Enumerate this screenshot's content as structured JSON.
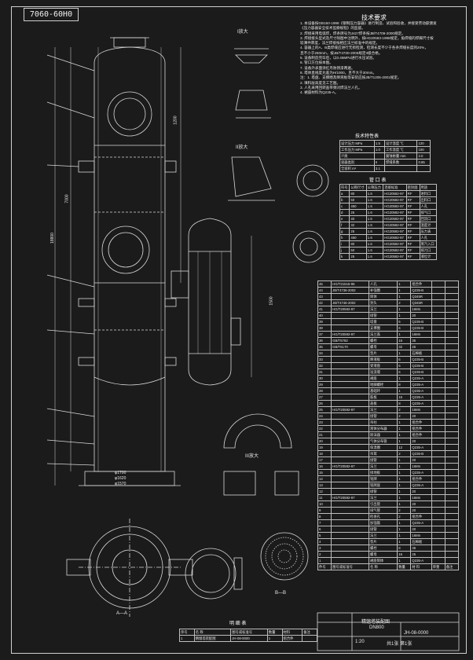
{
  "drawing": {
    "stamp": "7060-60H0",
    "tech_title": "技术要求",
    "tech_requirements": [
      "1. 本设备按GB150-1998《钢制压力容器》进行制造、试验和验收，并接受劳动部颁发",
      "   《压力容器安全技术监察规程》的监督。",
      "2. 焊接采用电弧焊，焊条牌号为J427焊条按JB/T4709-2000规定。",
      "3. 焊接接头型式及尺寸除图中注明外，按HG20583-1998规定，角焊缝的焊脚尺寸按",
      "   较薄件厚度，法兰焊接按相应法兰标准中的规定。",
      "4. 容器上的A、B类焊缝应进行无损检测，检测长度不少于各条焊缝长度的20%，",
      "   且不小于250mm，按JB/T4730-2005规定II级合格。",
      "5. 设备制造完毕后，以0.45MPa进行水压试验。",
      "6. 管口方位按本图。",
      "7. 设备外表面涂红丹防锈漆两遍。",
      "8. 塔体直线度允差为H/1000，且不大于30mm。",
      "注：1. 塔盘、支撑圈及降液板等安装应按JB/T1205-2001规定。",
      "    2. 填料层高度见工艺图。",
      "    3. 人孔采用回转盖带颈对焊法兰人孔。",
      "    4. 裙座材料为Q235-A。"
    ],
    "design_data_title": "技术特性表",
    "design_data": [
      [
        "设计压力 MPa",
        "1.5",
        "设计温度 ℃",
        "120"
      ],
      [
        "工作压力 MPa",
        "1.0",
        "工作温度 ℃",
        "100"
      ],
      [
        "介质",
        "",
        "腐蚀裕量 mm",
        "2.0"
      ],
      [
        "容器类别",
        "II",
        "焊缝系数",
        "0.85"
      ],
      [
        "全容积 m³",
        "3.1",
        "",
        ""
      ]
    ],
    "nozzle_title": "管 口 表",
    "nozzle_header": [
      "符号",
      "公称尺寸",
      "公称压力",
      "连接标准",
      "密封面",
      "用途"
    ],
    "nozzles": [
      [
        "a",
        "80",
        "1.6",
        "HG20592-97",
        "RF",
        "进料口"
      ],
      [
        "b",
        "50",
        "1.6",
        "HG20592-97",
        "RF",
        "出料口"
      ],
      [
        "c",
        "450",
        "1.6",
        "HG20592-97",
        "RF",
        "人孔"
      ],
      [
        "d",
        "25",
        "1.6",
        "HG20592-97",
        "RF",
        "排气口"
      ],
      [
        "e",
        "40",
        "1.6",
        "HG20592-97",
        "RF",
        "回流口"
      ],
      [
        "f",
        "32",
        "1.6",
        "HG20592-97",
        "RF",
        "温度计"
      ],
      [
        "g",
        "25",
        "1.6",
        "HG20592-97",
        "RF",
        "压力表"
      ],
      [
        "h",
        "450",
        "1.6",
        "HG20592-97",
        "RF",
        "人孔"
      ],
      [
        "i",
        "80",
        "1.6",
        "HG20592-97",
        "RF",
        "蒸汽入口"
      ],
      [
        "j",
        "50",
        "1.6",
        "HG20592-97",
        "RF",
        "排污口"
      ],
      [
        "k",
        "25",
        "1.6",
        "HG20592-97",
        "RF",
        "液位计"
      ]
    ],
    "parts_rows": [
      [
        "45",
        "HG/T21515-95",
        "人孔",
        "1",
        "组合件",
        "",
        ""
      ],
      [
        "44",
        "JB/T4736-2002",
        "补强圈",
        "1",
        "Q235-B",
        "",
        ""
      ],
      [
        "43",
        "",
        "筒体",
        "1",
        "Q345R",
        "",
        ""
      ],
      [
        "42",
        "JB/T4746-2002",
        "封头",
        "2",
        "Q345R",
        "",
        ""
      ],
      [
        "41",
        "HG/T20592-97",
        "法兰",
        "1",
        "16Mn",
        "",
        ""
      ],
      [
        "40",
        "",
        "接管",
        "1",
        "20",
        "",
        ""
      ],
      [
        "39",
        "",
        "塔盘",
        "6",
        "Q235-B",
        "",
        ""
      ],
      [
        "38",
        "",
        "支撑圈",
        "6",
        "Q235-B",
        "",
        ""
      ],
      [
        "37",
        "HG/T20592-97",
        "法兰盖",
        "1",
        "16Mn",
        "",
        ""
      ],
      [
        "36",
        "GB/T5782",
        "螺栓",
        "16",
        "35",
        "",
        ""
      ],
      [
        "35",
        "GB/T6170",
        "螺母",
        "32",
        "25",
        "",
        ""
      ],
      [
        "34",
        "",
        "垫片",
        "1",
        "石棉板",
        "",
        ""
      ],
      [
        "33",
        "",
        "降液板",
        "6",
        "Q235-B",
        "",
        ""
      ],
      [
        "32",
        "",
        "受液盘",
        "6",
        "Q235-B",
        "",
        ""
      ],
      [
        "31",
        "",
        "溢流堰",
        "6",
        "Q235-B",
        "",
        ""
      ],
      [
        "30",
        "",
        "裙座",
        "1",
        "Q235-A",
        "",
        ""
      ],
      [
        "29",
        "",
        "地脚螺栓",
        "8",
        "Q235-A",
        "",
        ""
      ],
      [
        "28",
        "",
        "基础环",
        "1",
        "Q235-A",
        "",
        ""
      ],
      [
        "27",
        "",
        "筋板",
        "16",
        "Q235-A",
        "",
        ""
      ],
      [
        "26",
        "",
        "盖板",
        "8",
        "Q235-A",
        "",
        ""
      ],
      [
        "25",
        "HG/T20592-97",
        "法兰",
        "2",
        "16Mn",
        "",
        ""
      ],
      [
        "24",
        "",
        "接管",
        "2",
        "20",
        "",
        ""
      ],
      [
        "23",
        "",
        "吊柱",
        "1",
        "组合件",
        "",
        ""
      ],
      [
        "22",
        "",
        "液体分布器",
        "1",
        "组合件",
        "",
        ""
      ],
      [
        "21",
        "",
        "除沫器",
        "1",
        "组合件",
        "",
        ""
      ],
      [
        "20",
        "",
        "气体分布管",
        "1",
        "20",
        "",
        ""
      ],
      [
        "19",
        "",
        "保温圈",
        "12",
        "Q235-A",
        "",
        ""
      ],
      [
        "18",
        "",
        "吊耳",
        "2",
        "Q235-B",
        "",
        ""
      ],
      [
        "17",
        "",
        "接管",
        "1",
        "20",
        "",
        ""
      ],
      [
        "16",
        "HG/T20592-97",
        "法兰",
        "1",
        "16Mn",
        "",
        ""
      ],
      [
        "15",
        "",
        "接地板",
        "1",
        "Q235-A",
        "",
        ""
      ],
      [
        "14",
        "",
        "铭牌",
        "1",
        "组合件",
        "",
        ""
      ],
      [
        "13",
        "",
        "铭牌座",
        "1",
        "Q235-A",
        "",
        ""
      ],
      [
        "12",
        "",
        "接管",
        "1",
        "20",
        "",
        ""
      ],
      [
        "11",
        "HG/T20592-97",
        "法兰",
        "1",
        "16Mn",
        "",
        ""
      ],
      [
        "10",
        "",
        "引出管",
        "1",
        "20",
        "",
        ""
      ],
      [
        "9",
        "",
        "排气管",
        "2",
        "20",
        "",
        ""
      ],
      [
        "8",
        "",
        "检查孔",
        "2",
        "组合件",
        "",
        ""
      ],
      [
        "7",
        "",
        "加强箍",
        "1",
        "Q235-A",
        "",
        ""
      ],
      [
        "6",
        "",
        "接管",
        "1",
        "20",
        "",
        ""
      ],
      [
        "5",
        "",
        "法兰",
        "1",
        "16Mn",
        "",
        ""
      ],
      [
        "4",
        "",
        "垫片",
        "1",
        "石棉板",
        "",
        ""
      ],
      [
        "3",
        "",
        "螺栓",
        "8",
        "35",
        "",
        ""
      ],
      [
        "2",
        "",
        "螺母",
        "16",
        "25",
        "",
        ""
      ],
      [
        "1",
        "",
        "裙座筒体",
        "1",
        "Q235-A",
        "",
        ""
      ]
    ],
    "parts_header": [
      "件号",
      "图号或标准号",
      "名 称",
      "数量",
      "材 料",
      "单重",
      "备注"
    ],
    "title_block": {
      "name": "精馏塔装配图",
      "code": "DN800",
      "drawing_no": "JH-08-0000",
      "scale": "1:20",
      "sheet": "共1张 第1张"
    },
    "bottom_list_title": "明 细 表",
    "bottom_list_header": [
      "序号",
      "名 称",
      "图号或标准号",
      "数量",
      "材料",
      "备注"
    ],
    "bottom_list_row": [
      "1",
      "精馏塔装配图",
      "JH-08-0000",
      "1",
      "组合件",
      ""
    ],
    "detail_labels": [
      "I放大",
      "II放大",
      "III放大",
      "A—A",
      "B—B"
    ],
    "dims": [
      "φ1700",
      "φ1620",
      "φ1570",
      "18800",
      "1200",
      "1500",
      "7000"
    ]
  }
}
